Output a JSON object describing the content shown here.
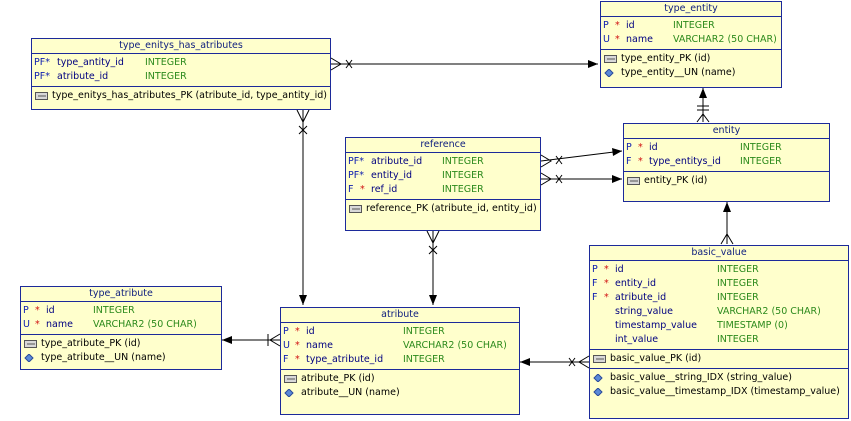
{
  "entities": {
    "type_entity": {
      "title": "type_entity",
      "columns": [
        {
          "key": "P",
          "star": "*",
          "name": "id",
          "type": "INTEGER"
        },
        {
          "key": "U",
          "star": "*",
          "name": "name",
          "type": "VARCHAR2 (50 CHAR)"
        }
      ],
      "keys": [
        {
          "icon": "key",
          "label": "type_entity_PK (id)"
        },
        {
          "icon": "diamond",
          "label": "type_entity__UN (name)"
        }
      ]
    },
    "type_enitys_has_atributes": {
      "title": "type_enitys_has_atributes",
      "columns": [
        {
          "key": "PF*",
          "star": "",
          "name": "type_antity_id",
          "type": "INTEGER"
        },
        {
          "key": "PF*",
          "star": "",
          "name": "atribute_id",
          "type": "INTEGER"
        }
      ],
      "keys": [
        {
          "icon": "key",
          "label": "type_enitys_has_atributes_PK (atribute_id, type_antity_id)"
        }
      ]
    },
    "reference": {
      "title": "reference",
      "columns": [
        {
          "key": "PF*",
          "star": "",
          "name": "atribute_id",
          "type": "INTEGER"
        },
        {
          "key": "PF*",
          "star": "",
          "name": "entity_id",
          "type": "INTEGER"
        },
        {
          "key": "F",
          "star": "*",
          "name": "ref_id",
          "type": "INTEGER"
        }
      ],
      "keys": [
        {
          "icon": "key",
          "label": "reference_PK (atribute_id, entity_id)"
        }
      ]
    },
    "entity": {
      "title": "entity",
      "columns": [
        {
          "key": "P",
          "star": "*",
          "name": "id",
          "type": "INTEGER"
        },
        {
          "key": "F",
          "star": "*",
          "name": "type_entitys_id",
          "type": "INTEGER"
        }
      ],
      "keys": [
        {
          "icon": "key",
          "label": "entity_PK (id)"
        }
      ]
    },
    "basic_value": {
      "title": "basic_value",
      "columns": [
        {
          "key": "P",
          "star": "*",
          "name": "id",
          "type": "INTEGER"
        },
        {
          "key": "F",
          "star": "*",
          "name": "entity_id",
          "type": "INTEGER"
        },
        {
          "key": "F",
          "star": "*",
          "name": "atribute_id",
          "type": "INTEGER"
        },
        {
          "key": "",
          "star": "",
          "name": "string_value",
          "type": "VARCHAR2 (50 CHAR)"
        },
        {
          "key": "",
          "star": "",
          "name": "timestamp_value",
          "type": "TIMESTAMP (0)"
        },
        {
          "key": "",
          "star": "",
          "name": "int_value",
          "type": "INTEGER"
        }
      ],
      "keys": [
        {
          "icon": "key",
          "label": "basic_value_PK (id)"
        }
      ],
      "indexes": [
        {
          "icon": "diamond",
          "label": "basic_value__string_IDX (string_value)"
        },
        {
          "icon": "diamond",
          "label": "basic_value__timestamp_IDX (timestamp_value)"
        }
      ]
    },
    "type_atribute": {
      "title": "type_atribute",
      "columns": [
        {
          "key": "P",
          "star": "*",
          "name": "id",
          "type": "INTEGER"
        },
        {
          "key": "U",
          "star": "*",
          "name": "name",
          "type": "VARCHAR2 (50 CHAR)"
        }
      ],
      "keys": [
        {
          "icon": "key",
          "label": "type_atribute_PK (id)"
        },
        {
          "icon": "diamond",
          "label": "type_atribute__UN (name)"
        }
      ]
    },
    "atribute": {
      "title": "atribute",
      "columns": [
        {
          "key": "P",
          "star": "*",
          "name": "id",
          "type": "INTEGER"
        },
        {
          "key": "U",
          "star": "*",
          "name": "name",
          "type": "VARCHAR2 (50 CHAR)"
        },
        {
          "key": "F",
          "star": "*",
          "name": "type_atribute_id",
          "type": "INTEGER"
        }
      ],
      "keys": [
        {
          "icon": "key",
          "label": "atribute_PK (id)"
        },
        {
          "icon": "diamond",
          "label": "atribute__UN (name)"
        }
      ]
    }
  },
  "colors": {
    "box_fill": "#ffffcc",
    "border": "#1c2a9a",
    "key_letter": "#1020b0",
    "mandatory_star": "#d01010",
    "column_name": "#000080",
    "data_type": "#2c8a1c",
    "line": "#000000"
  }
}
